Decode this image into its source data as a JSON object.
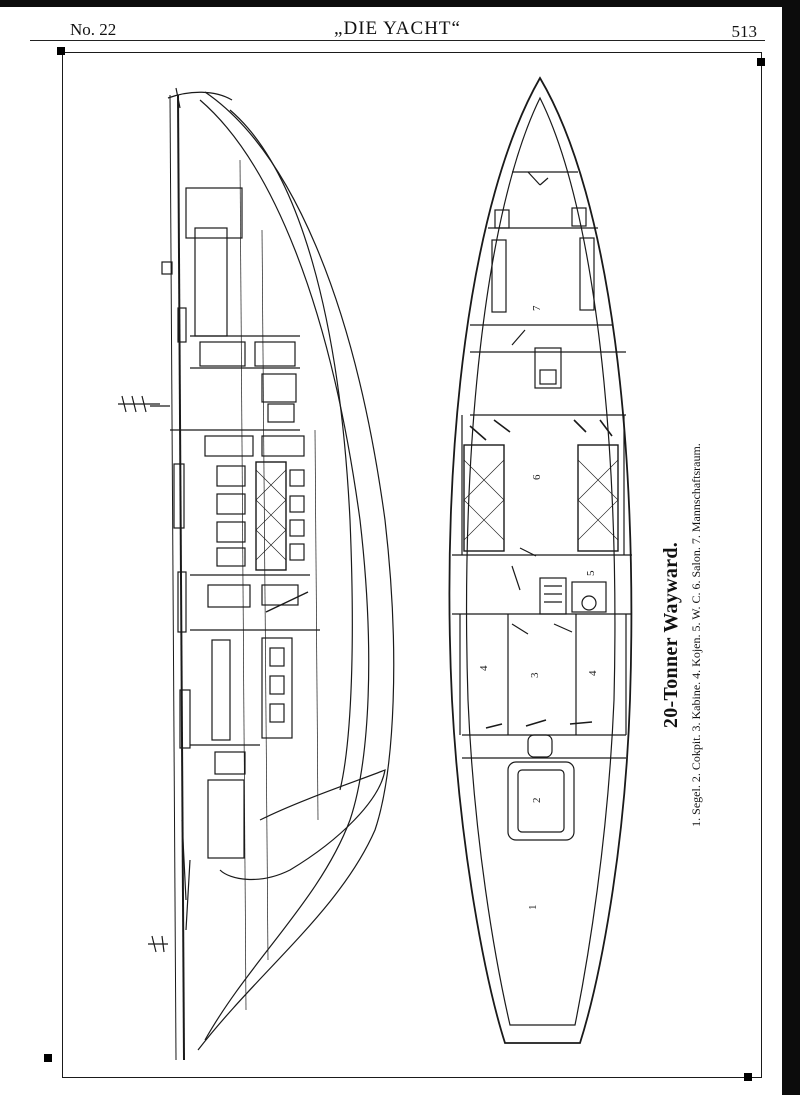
{
  "header": {
    "issue": "No. 22",
    "journal": "„DIE YACHT“",
    "page_number": "513"
  },
  "plate": {
    "title": "20-Tonner Wayward.",
    "legend": "1. Segel. 2. Cokpit. 3. Kabine. 4. Kojen. 5. W. C. 6. Salon. 7. Mannschaftsraum.",
    "room_numbers": [
      "1",
      "2",
      "3",
      "4",
      "4",
      "5",
      "6",
      "7"
    ]
  }
}
